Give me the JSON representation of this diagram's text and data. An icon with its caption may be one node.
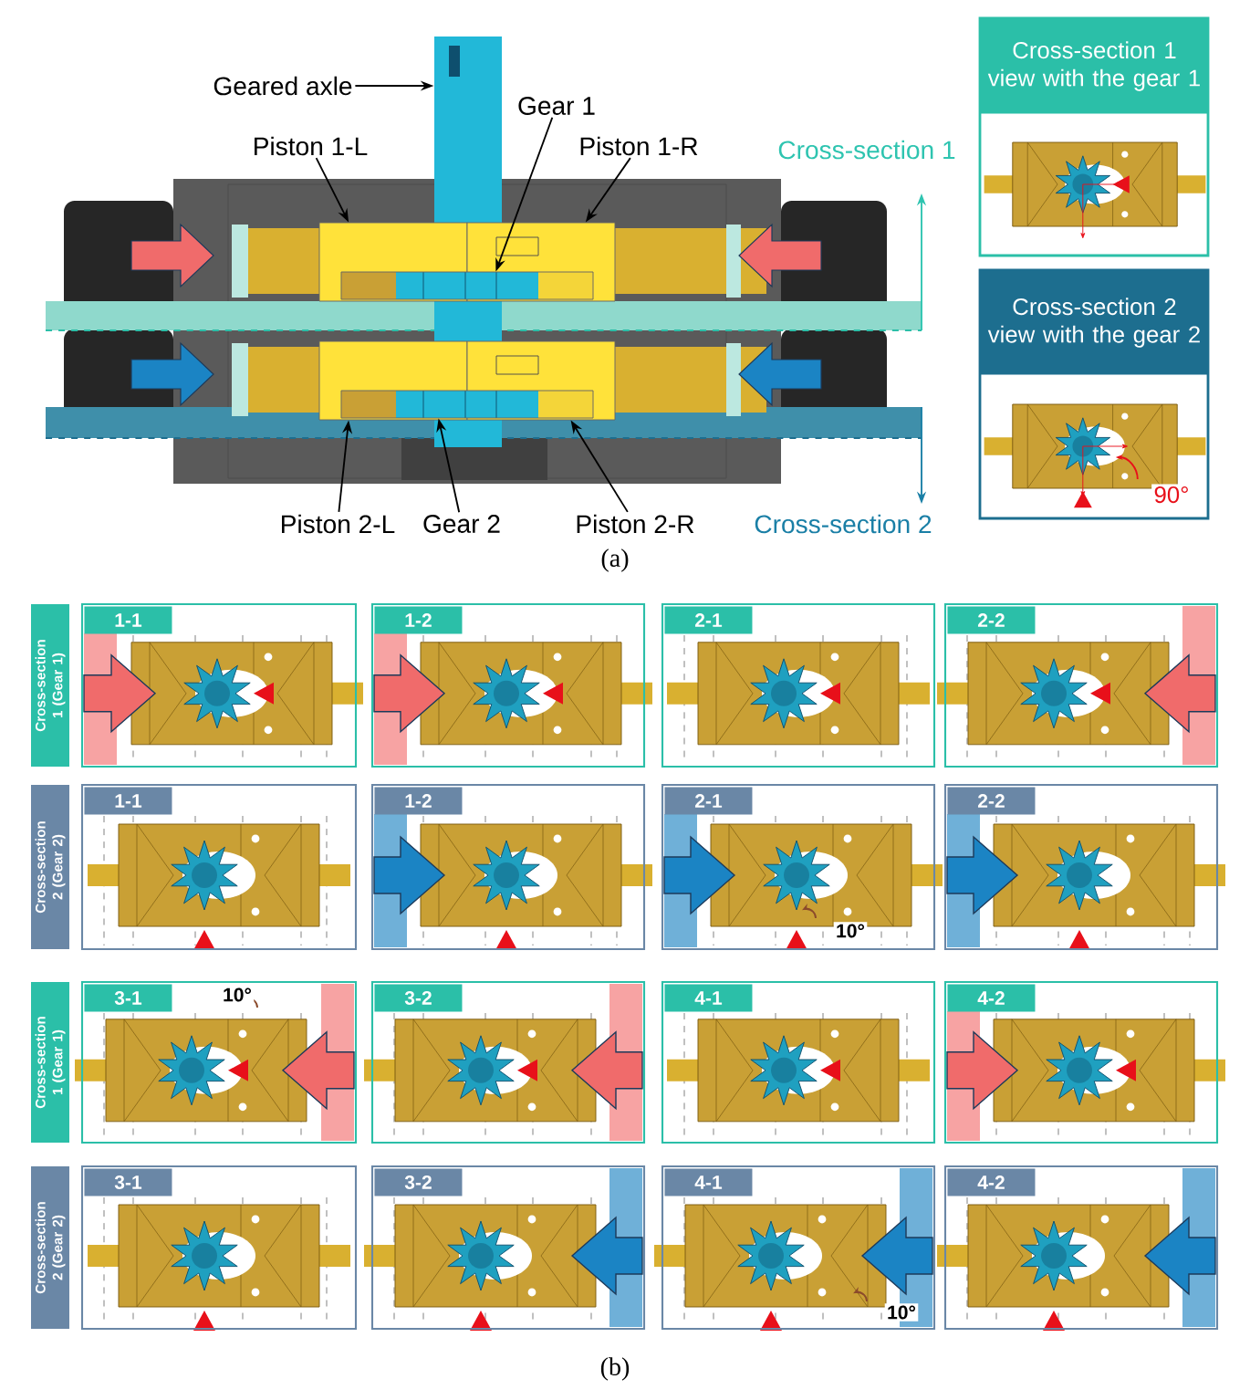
{
  "diagram": {
    "nodes": [
      {
        "text": [
          "Geared axle"
        ]
      },
      {
        "text": [
          "Gear 1"
        ]
      },
      {
        "text": [
          "Piston 1-L"
        ]
      },
      {
        "text": [
          "Piston 1-R"
        ]
      },
      {
        "text": [
          "Piston 2-L"
        ]
      },
      {
        "text": [
          "Gear 2"
        ]
      },
      {
        "text": [
          "Piston 2-R"
        ]
      },
      {
        "text": [
          "Cross-section 1 view with the gear 1"
        ]
      },
      {
        "text": [
          "Cross-section 2 view with the gear 2"
        ]
      },
      {
        "text": [
          "Cross-section 1 (Gear 1)"
        ]
      },
      {
        "text": [
          "1-1"
        ]
      },
      {
        "text": [
          "1-2"
        ]
      },
      {
        "text": [
          "2-1"
        ]
      },
      {
        "text": [
          "2-2"
        ]
      },
      {
        "text": [
          "Cross-section 2 (Gear 2)"
        ]
      },
      {
        "text": [
          "1-1"
        ]
      },
      {
        "text": [
          "1-2"
        ]
      },
      {
        "text": [
          "2-1"
        ]
      },
      {
        "text": [
          "2-2"
        ]
      },
      {
        "text": [
          "Cross-section 1 (Gear 1)"
        ]
      },
      {
        "text": [
          "3-1"
        ]
      },
      {
        "text": [
          "3-2"
        ]
      },
      {
        "text": [
          "4-1"
        ]
      },
      {
        "text": [
          "4-2"
        ]
      },
      {
        "text": [
          "Cross-section 2 (Gear 2)"
        ]
      },
      {
        "text": [
          "3-1"
        ]
      },
      {
        "text": [
          "3-2"
        ]
      },
      {
        "text": [
          "4-1"
        ]
      },
      {
        "text": [
          "4-2"
        ]
      },
      {
        "text": [],
        "shape": "picture"
      },
      {
        "text": [],
        "shape": "picture"
      },
      {
        "text": [],
        "shape": "picture"
      },
      {
        "text": [],
        "shape": "picture"
      },
      {
        "text": [],
        "shape": "picture"
      },
      {
        "text": [],
        "shape": "picture"
      },
      {
        "text": [],
        "shape": "picture"
      }
    ],
    "edges": [
      {
        "from": 0,
        "to": 29,
        "arrow": "to"
      },
      {
        "from": 1,
        "to": 30,
        "arrow": "to"
      },
      {
        "from": 2,
        "to": 31,
        "arrow": "to"
      },
      {
        "from": 3,
        "to": 32,
        "arrow": "to"
      },
      {
        "from": 4,
        "to": 33,
        "arrow": "to"
      },
      {
        "from": 5,
        "to": 34,
        "arrow": "to"
      },
      {
        "from": 6,
        "to": 35,
        "arrow": "to"
      }
    ],
    "labels": [
      "Cross-section 1",
      "Cross-section 2",
      "90°",
      "(a)",
      "10°",
      "10°",
      "10°",
      "(b)"
    ]
  }
}
